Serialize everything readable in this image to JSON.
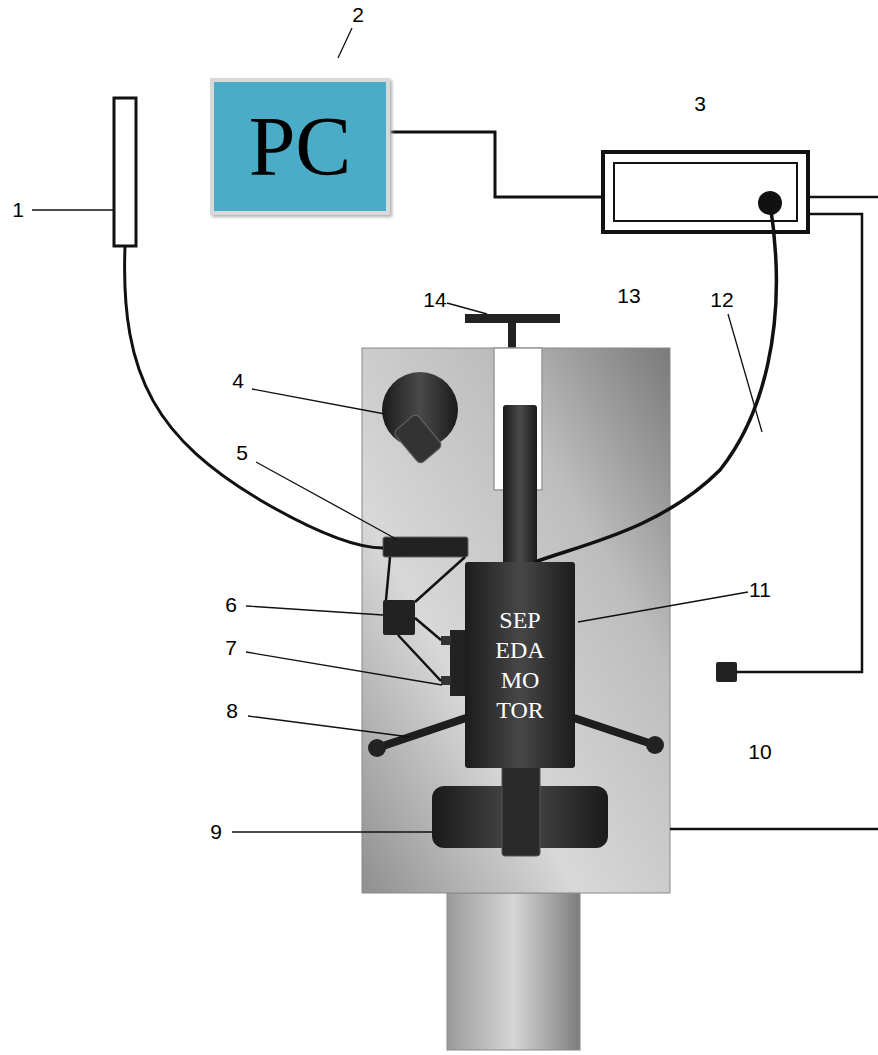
{
  "diagram": {
    "nodes": [
      {
        "text": [
          "PC"
        ]
      },
      {
        "text": [
          "SEP EDA MO TOR"
        ]
      }
    ],
    "labels": [
      "1",
      "2",
      "3",
      "4",
      "5",
      "6",
      "7",
      "8",
      "9",
      "10",
      "11",
      "12",
      "13",
      "14"
    ]
  }
}
